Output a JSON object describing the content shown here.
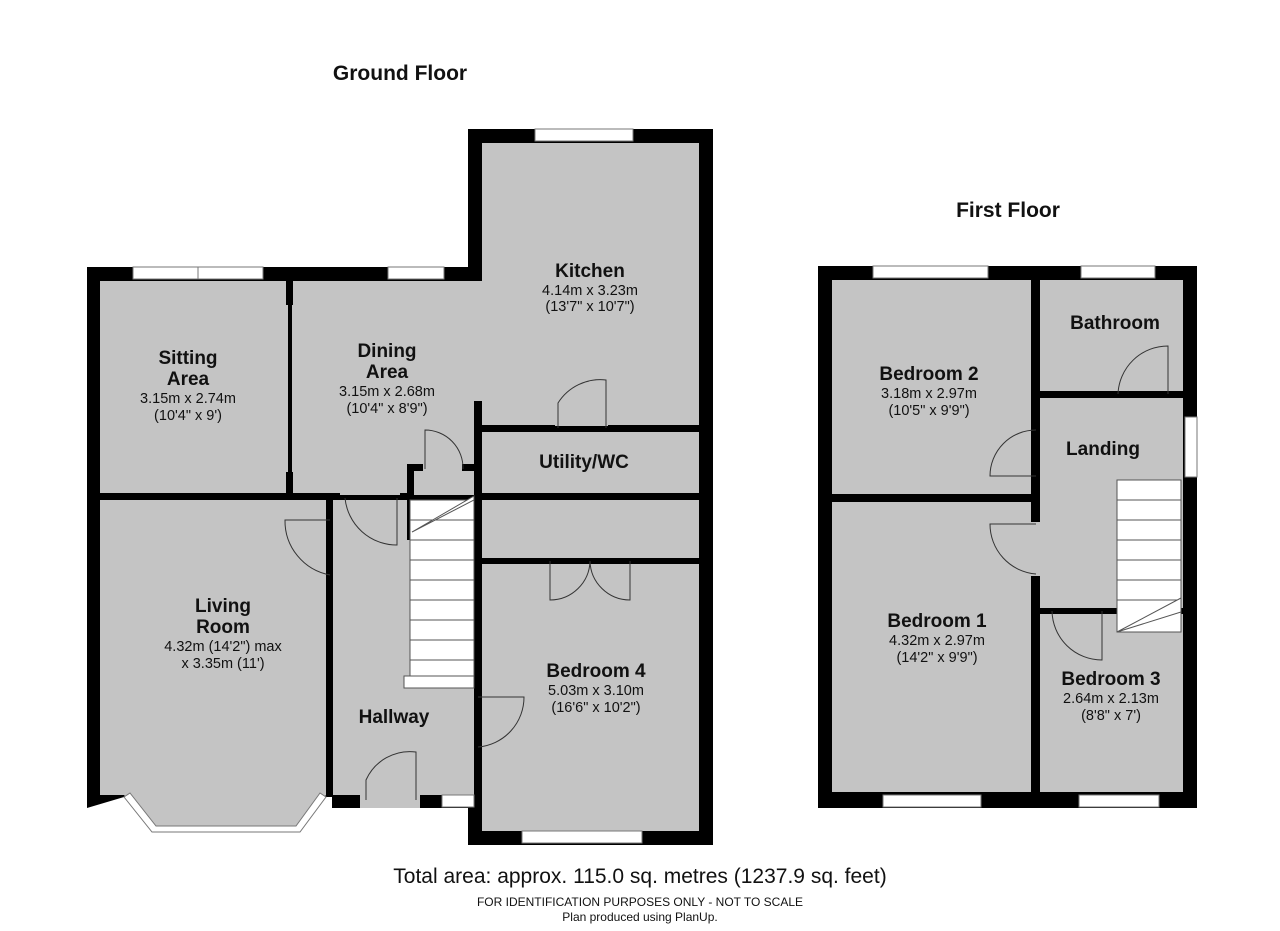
{
  "floors": {
    "ground": {
      "title": "Ground Floor",
      "rooms": {
        "kitchen": {
          "name": "Kitchen",
          "dims_m": "4.14m x 3.23m",
          "dims_ft": "(13'7\" x 10'7\")"
        },
        "sitting_area": {
          "name_line1": "Sitting",
          "name_line2": "Area",
          "dims_m": "3.15m x 2.74m",
          "dims_ft": "(10'4\" x 9')"
        },
        "dining_area": {
          "name_line1": "Dining",
          "name_line2": "Area",
          "dims_m": "3.15m x 2.68m",
          "dims_ft": "(10'4\" x 8'9\")"
        },
        "utility_wc": {
          "name": "Utility/WC"
        },
        "living_room": {
          "name_line1": "Living",
          "name_line2": "Room",
          "dims_line1": "4.32m (14'2\") max",
          "dims_line2": "x 3.35m (11')"
        },
        "hallway": {
          "name": "Hallway"
        },
        "bedroom4": {
          "name": "Bedroom 4",
          "dims_m": "5.03m x 3.10m",
          "dims_ft": "(16'6\" x 10'2\")"
        }
      }
    },
    "first": {
      "title": "First Floor",
      "rooms": {
        "bedroom2": {
          "name": "Bedroom 2",
          "dims_m": "3.18m x 2.97m",
          "dims_ft": "(10'5\" x 9'9\")"
        },
        "bathroom": {
          "name": "Bathroom"
        },
        "landing": {
          "name": "Landing"
        },
        "bedroom1": {
          "name": "Bedroom 1",
          "dims_m": "4.32m x 2.97m",
          "dims_ft": "(14'2\" x 9'9\")"
        },
        "bedroom3": {
          "name": "Bedroom 3",
          "dims_m": "2.64m x 2.13m",
          "dims_ft": "(8'8\" x 7')"
        }
      }
    }
  },
  "footer": {
    "total_area": "Total area: approx. 115.0 sq. metres (1237.9 sq. feet)",
    "disclaimer": "FOR IDENTIFICATION PURPOSES ONLY - NOT TO SCALE",
    "produced_by": "Plan produced using PlanUp."
  },
  "colors": {
    "room_fill": "#c4c4c4",
    "wall": "#000000",
    "background": "#ffffff"
  }
}
